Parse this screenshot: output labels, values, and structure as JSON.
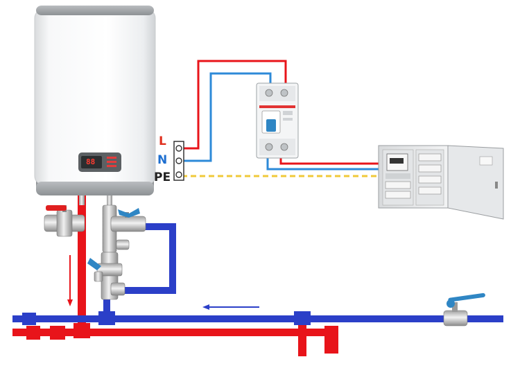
{
  "terminals": {
    "live_label": "L",
    "neutral_label": "N",
    "earth_label": "PE"
  },
  "heater_display": {
    "readout": "88"
  },
  "colors": {
    "live": "#e8141a",
    "neutral": "#2d8ad8",
    "earth": "#f0c93a",
    "cold_water": "#2b3fc8",
    "hot_water": "#e8141a",
    "label_live": "#e0301e",
    "label_neutral": "#1e6fd0",
    "label_earth": "#222222"
  },
  "icons": [
    "water-heater-icon",
    "rcd-breaker-icon",
    "distribution-panel-icon",
    "ball-valve-icon",
    "flow-arrow-icon"
  ]
}
